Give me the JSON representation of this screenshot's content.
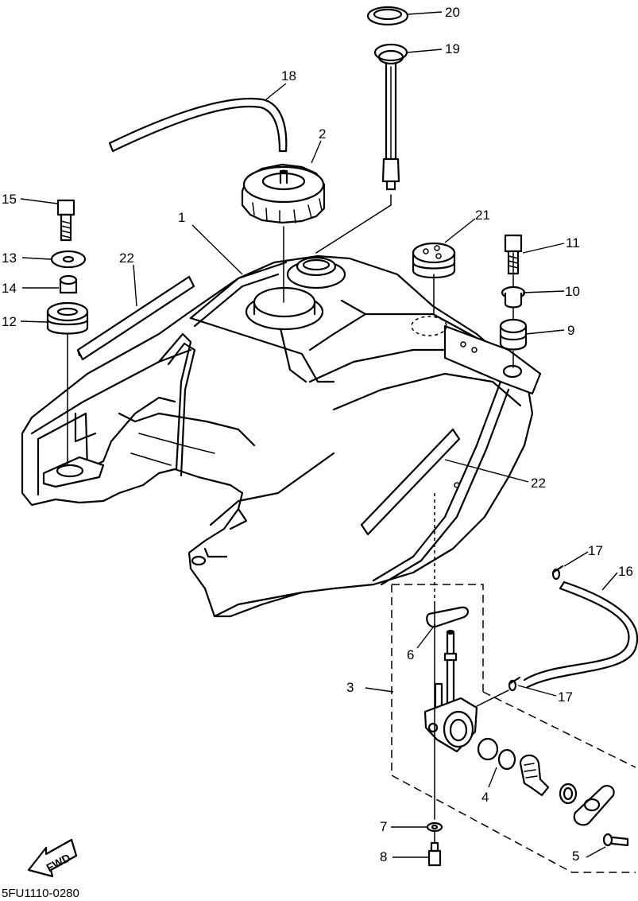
{
  "diagram_code": "5FU1110-0280",
  "fwd_label": "FWD",
  "callouts": {
    "c1": "1",
    "c2": "2",
    "c3": "3",
    "c4": "4",
    "c5": "5",
    "c6": "6",
    "c7": "7",
    "c8": "8",
    "c9": "9",
    "c10": "10",
    "c11": "11",
    "c12": "12",
    "c13": "13",
    "c14": "14",
    "c15": "15",
    "c16": "16",
    "c17a": "17",
    "c17b": "17",
    "c18": "18",
    "c19": "19",
    "c20": "20",
    "c21": "21",
    "c22a": "22",
    "c22b": "22"
  }
}
